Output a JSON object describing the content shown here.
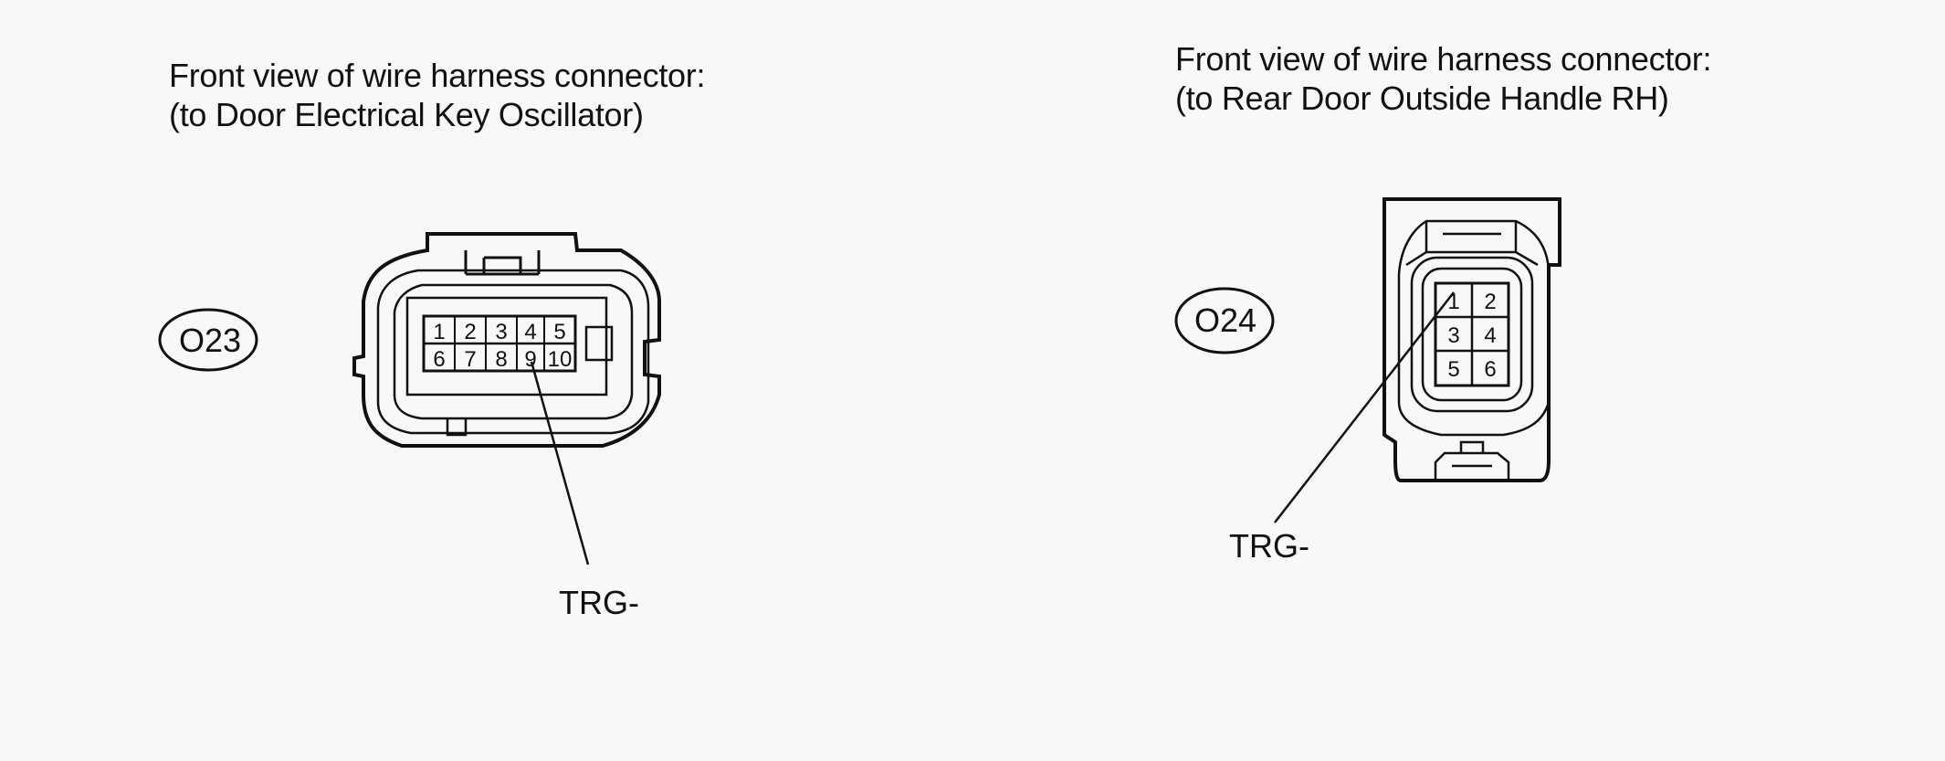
{
  "left_connector": {
    "caption_line1": "Front view of wire harness connector:",
    "caption_line2": "(to Door Electrical Key Oscillator)",
    "code": "O23",
    "pins_row1": [
      "1",
      "2",
      "3",
      "4",
      "5"
    ],
    "pins_row2": [
      "6",
      "7",
      "8",
      "9",
      "10"
    ],
    "callout": "TRG-"
  },
  "right_connector": {
    "caption_line1": "Front view of wire harness connector:",
    "caption_line2": "(to Rear Door Outside Handle RH)",
    "code": "O24",
    "pins": [
      [
        "1",
        "2"
      ],
      [
        "3",
        "4"
      ],
      [
        "5",
        "6"
      ]
    ],
    "callout": "TRG-"
  }
}
